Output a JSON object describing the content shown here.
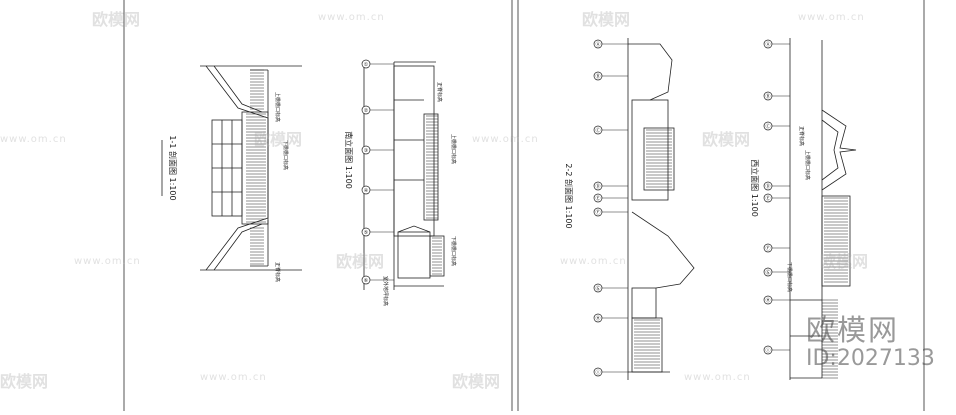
{
  "sheets": [
    {
      "title": "1-1 剖面图 1:100",
      "label_left": [
        "上檐檐口标高",
        "下檐檐口标高"
      ],
      "label_right": [
        "正脊标高"
      ]
    },
    {
      "title": "南立面图 1:100",
      "grid_axes": [
        "①",
        "②",
        "③",
        "④",
        "⑤",
        "⑥"
      ],
      "notes": [
        "正脊标高",
        "上檐檐口标高",
        "下檐檐口标高",
        "室外地坪标高"
      ]
    },
    {
      "title": "2-2 剖面图 1:100",
      "grid_axes": [
        "Ⓐ",
        "Ⓑ",
        "Ⓒ",
        "Ⓓ",
        "Ⓔ",
        "Ⓕ",
        "Ⓖ",
        "Ⓗ",
        "Ⓘ"
      ]
    },
    {
      "title": "西立面图 1:100",
      "grid_axes": [
        "Ⓐ",
        "Ⓑ",
        "Ⓒ",
        "Ⓓ",
        "Ⓔ",
        "Ⓕ",
        "Ⓖ",
        "Ⓗ",
        "Ⓘ"
      ],
      "notes": [
        "正脊标高",
        "上檐檐口标高",
        "下檐檐口标高"
      ]
    }
  ],
  "watermark": {
    "brand": "欧模网",
    "url": "www.om.cn"
  },
  "brand_badge": {
    "name": "欧模网",
    "id_text": "ID:2027133"
  },
  "colors": {
    "line": "#222222",
    "sheet_border": "#555555",
    "watermark": "#aaaaaa"
  }
}
